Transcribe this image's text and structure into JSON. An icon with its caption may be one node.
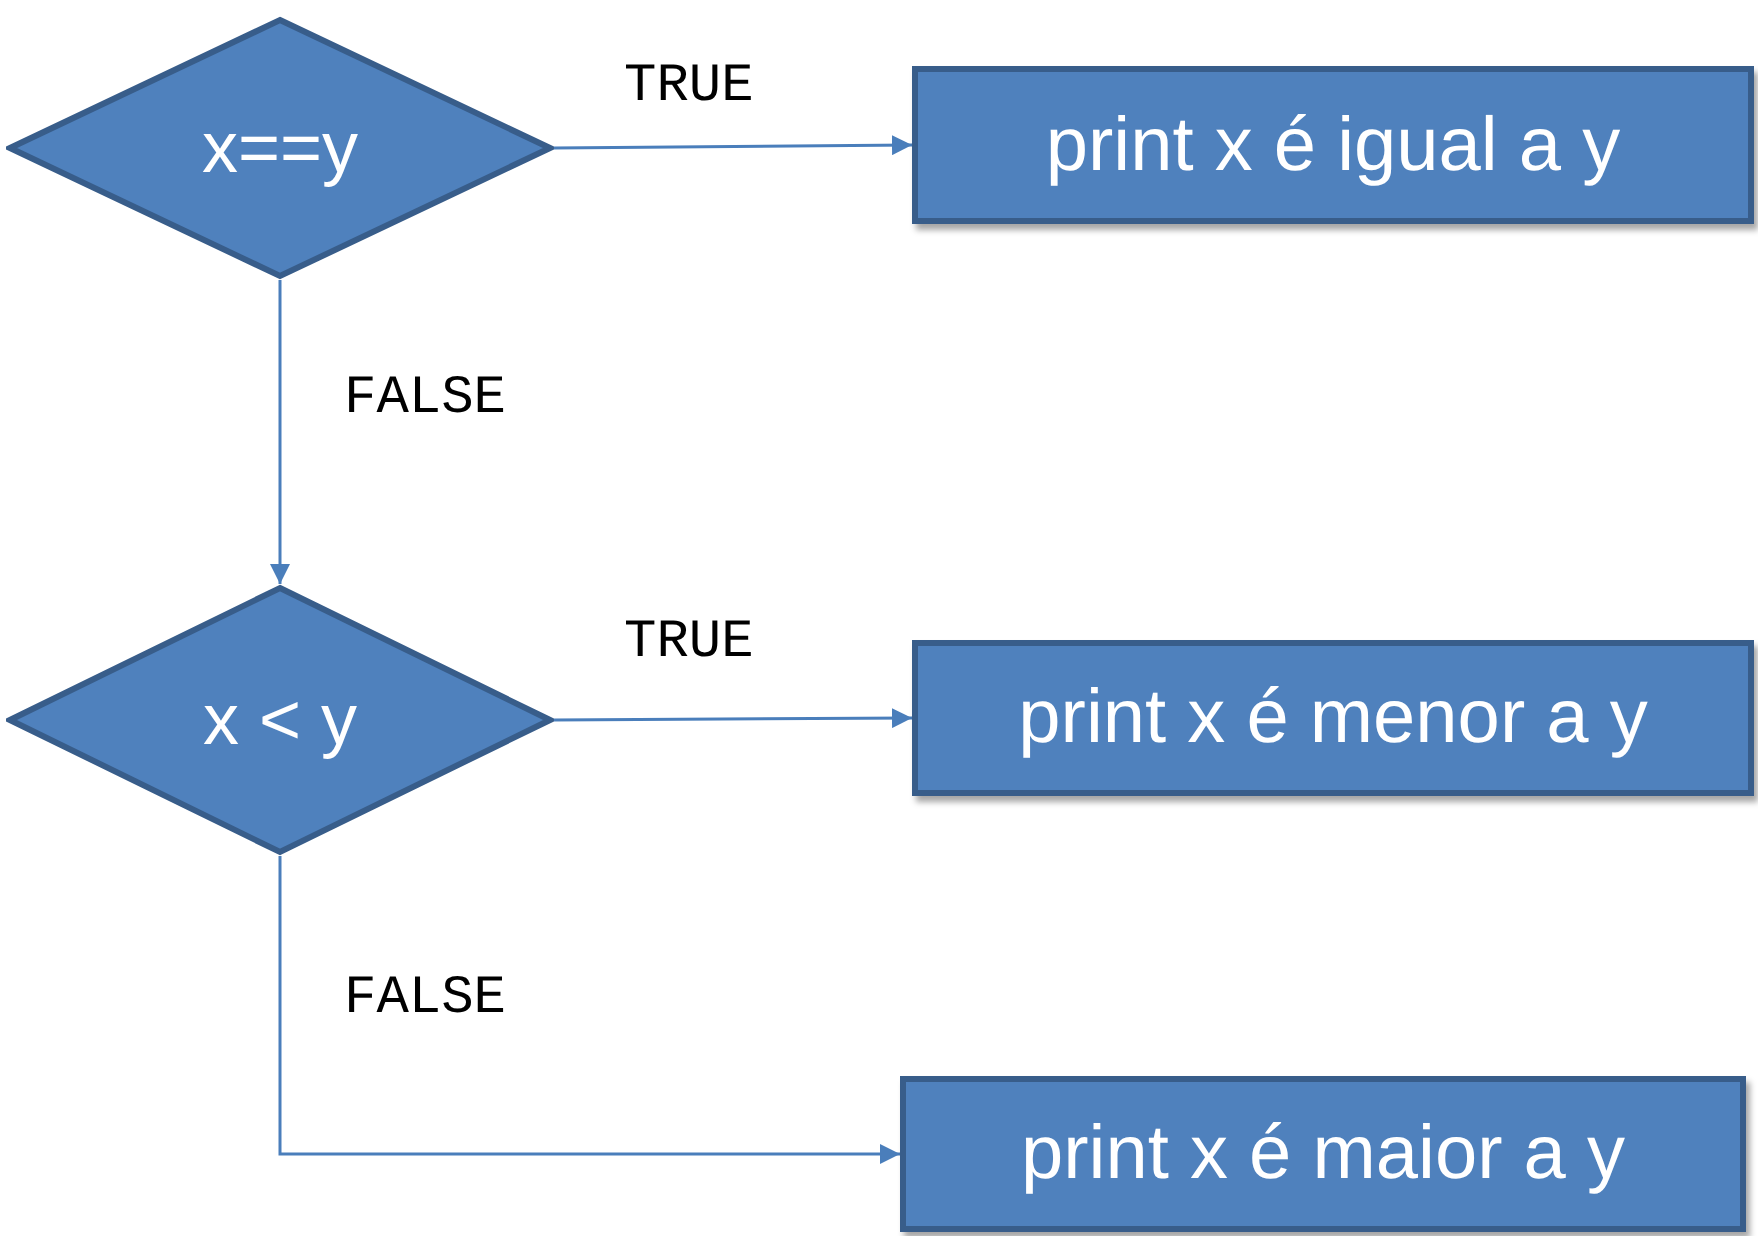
{
  "diagram": {
    "nodes": [
      {
        "text": [
          "x==y"
        ]
      },
      {
        "text": [
          "print x é igual a y"
        ]
      },
      {
        "text": [
          "x < y"
        ]
      },
      {
        "text": [
          "print x é menor a y"
        ]
      },
      {
        "text": [
          "print x é maior a y"
        ]
      }
    ],
    "edges": [
      {
        "from": 0,
        "to": 1,
        "arrow": "to",
        "label": "TRUE"
      },
      {
        "from": 0,
        "to": 2,
        "arrow": "to",
        "label": "FALSE"
      },
      {
        "from": 2,
        "to": 3,
        "arrow": "to",
        "label": "TRUE"
      },
      {
        "from": 2,
        "to": 4,
        "arrow": "to",
        "label": "FALSE"
      }
    ]
  }
}
